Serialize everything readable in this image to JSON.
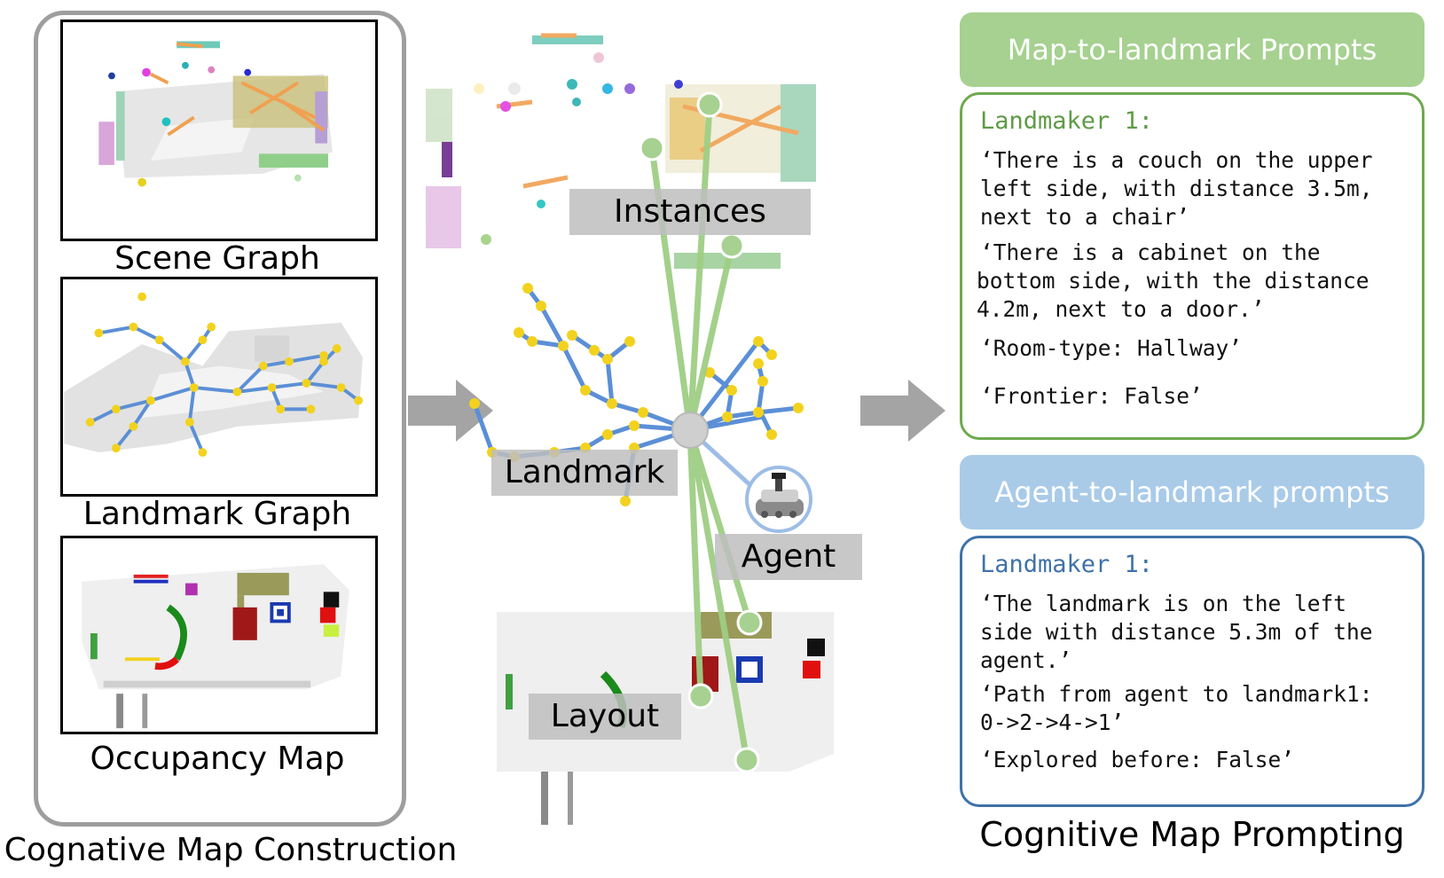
{
  "left_panel": {
    "captions": {
      "scene_graph": "Scene Graph",
      "landmark_graph": "Landmark Graph",
      "occupancy_map": "Occupancy Map"
    },
    "title": "Cognative Map Construction"
  },
  "middle_panel": {
    "labels": {
      "instances": "Instances",
      "landmark": "Landmark",
      "agent": "Agent",
      "layout": "Layout"
    }
  },
  "right_panel": {
    "map_to_landmark": {
      "banner": "Map-to-landmark Prompts",
      "heading": "Landmaker 1:",
      "lines": [
        "‘There is a couch on the upper",
        "left side, with distance 3.5m,",
        "next to a chair’",
        "‘There is a cabinet on the",
        "bottom side, with the distance",
        "4.2m, next to a door.’",
        "‘Room-type: Hallway’",
        "‘Frontier: False’"
      ]
    },
    "agent_to_landmark": {
      "banner": "Agent-to-landmark prompts",
      "heading": "Landmaker 1:",
      "lines": [
        "‘The landmark is on the left",
        "side with distance 5.3m of the",
        "agent.’",
        "‘Path from agent to landmark1:",
        "0->2->4->1’",
        "‘Explored before: False’"
      ]
    },
    "title": "Cognitive Map Prompting"
  },
  "colors": {
    "green_banner": "#a6d190",
    "green_border": "#6ea94e",
    "blue_banner": "#a9cbe8",
    "blue_border": "#3f72a8",
    "graph_edge": "#5b8fd6",
    "graph_node": "#f2d21e",
    "link_green": "#9fce84",
    "frame_gray": "#9e9e9e"
  }
}
